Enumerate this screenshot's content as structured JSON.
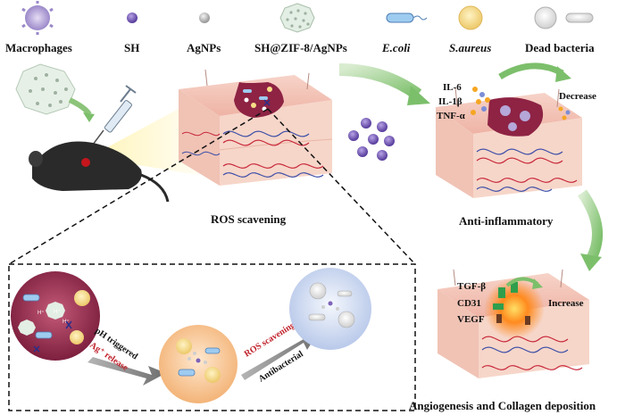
{
  "legend": {
    "macrophages": "Macrophages",
    "sh": "SH",
    "agnps": "AgNPs",
    "sh_zif": "SH@ZIF-8/AgNPs",
    "ecoli": "E.coli",
    "saureus": "S.aureus",
    "dead_bacteria": "Dead bacteria"
  },
  "panels": {
    "ros": "ROS scavening",
    "anti_inflammatory": "Anti-inflammatory",
    "angiogenesis": "Angiogenesis and Collagen deposition"
  },
  "cytokines": {
    "il6": "IL-6",
    "il1b": "IL-1β",
    "tnfa": "TNF-α",
    "decrease": "Decrease"
  },
  "growth_factors": {
    "tgfb": "TGF-β",
    "cd31": "CD31",
    "vegf": "VEGF",
    "increase": "Increase"
  },
  "mechanism": {
    "ph_triggered": "pH triggered",
    "ag_release": "Ag⁺ release",
    "ros_scavening": "ROS scavening",
    "antibacterial": "Antibacterial"
  },
  "colors": {
    "skin": "#f2c2b6",
    "wound": "#8e2344",
    "vessel_red": "#c8283a",
    "vessel_blue": "#3d4ea8",
    "arrow_green": "#8cc47a",
    "sh_purple": "#7d63b8",
    "saureus_yellow": "#f7dd87"
  }
}
